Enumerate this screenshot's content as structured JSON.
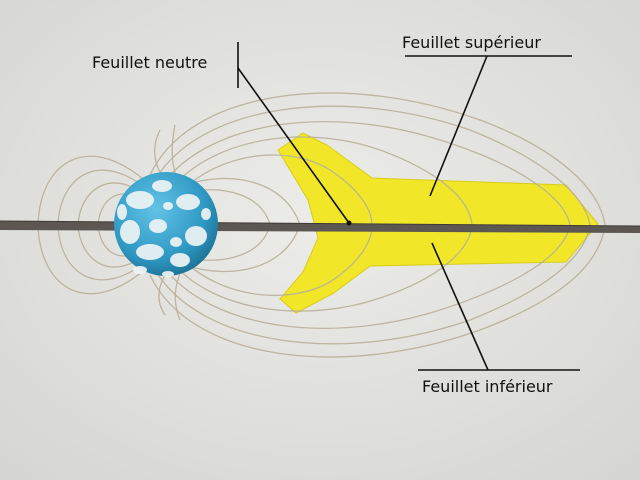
{
  "labels": {
    "neutral_sheet": "Feuillet neutre",
    "upper_sheet": "Feuillet supérieur",
    "lower_sheet": "Feuillet inférieur"
  },
  "colors": {
    "wall": "#e6e6e3",
    "sheet_yellow": "#f2e629",
    "earth_blue": "#3aa5cf",
    "earth_white": "#eef4f5",
    "wire": "#b9b09a",
    "rod": "#5c5751",
    "line": "#111111"
  },
  "icons": {
    "earth": "earth-globe-icon"
  }
}
